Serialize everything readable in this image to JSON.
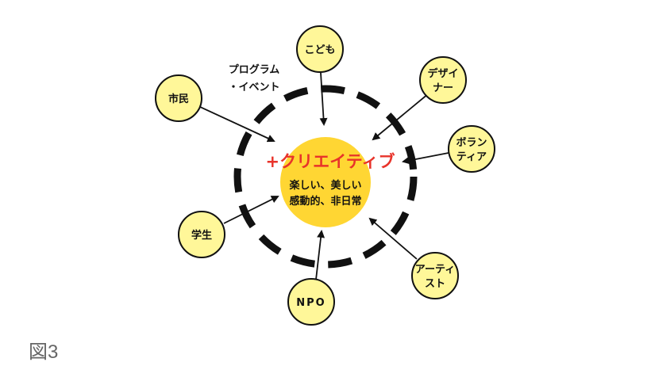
{
  "colors": {
    "node_fill": "#FFF799",
    "node_stroke": "#111111",
    "core_fill": "#FFD633",
    "accent_red": "#E8332A",
    "ring": "#111111",
    "arrow": "#111111"
  },
  "core": {
    "plus": "+",
    "title": "クリエイティブ",
    "sub_line1": "楽しい、美しい",
    "sub_line2": "感動的、非日常"
  },
  "program_label": {
    "line1": "プログラム",
    "line2": "・イベント"
  },
  "nodes": {
    "kodomo": "こども",
    "shimin": "市民",
    "designer_line1": "デザイ",
    "designer_line2": "ナー",
    "volunteer_line1": "ボラン",
    "volunteer_line2": "ティア",
    "gakusei": "学生",
    "artist_line1": "アーティ",
    "artist_line2": "スト",
    "npo": "NPO"
  },
  "caption": "図3"
}
